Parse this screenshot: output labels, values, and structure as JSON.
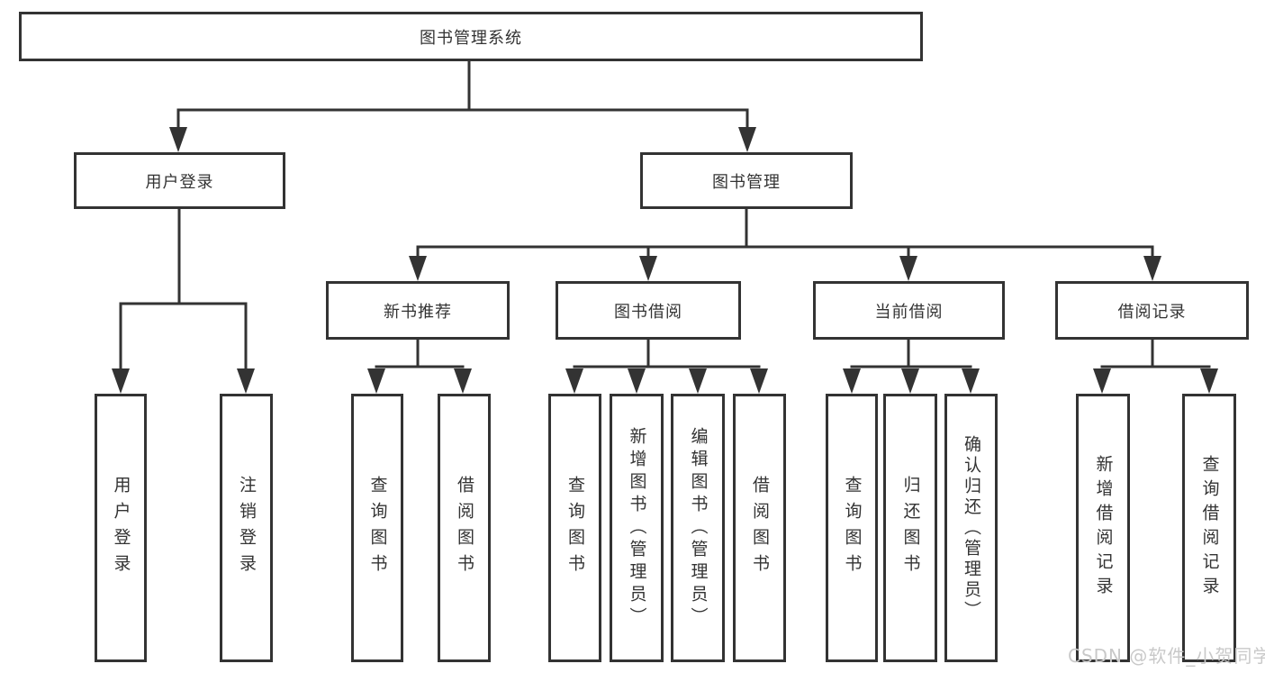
{
  "diagram": {
    "title": "图书管理系统",
    "root": "图书管理系统",
    "level2": {
      "user_login": "用户登录",
      "book_management": "图书管理"
    },
    "level3": {
      "new_book_recommend": "新书推荐",
      "book_borrow": "图书借阅",
      "current_borrow": "当前借阅",
      "borrow_records": "借阅记录"
    },
    "leaves": {
      "user_login_leaf": "用户登录",
      "logout": "注销登录",
      "query_books_recommend": "查询图书",
      "borrow_books_recommend": "借阅图书",
      "query_books_borrow": "查询图书",
      "add_books_admin": "新增图书（管理员）",
      "edit_books_admin": "编辑图书（管理员）",
      "borrow_books_borrow": "借阅图书",
      "query_books_current": "查询图书",
      "return_books": "归还图书",
      "confirm_return_admin": "确认归还（管理员）",
      "add_borrow_record": "新增借阅记录",
      "query_borrow_record": "查询借阅记录"
    }
  },
  "watermark": "CSDN @软件_小贺同学",
  "colors": {
    "line": "#333333",
    "text": "#333333",
    "background": "#ffffff",
    "watermark": "#c9c9c9"
  }
}
